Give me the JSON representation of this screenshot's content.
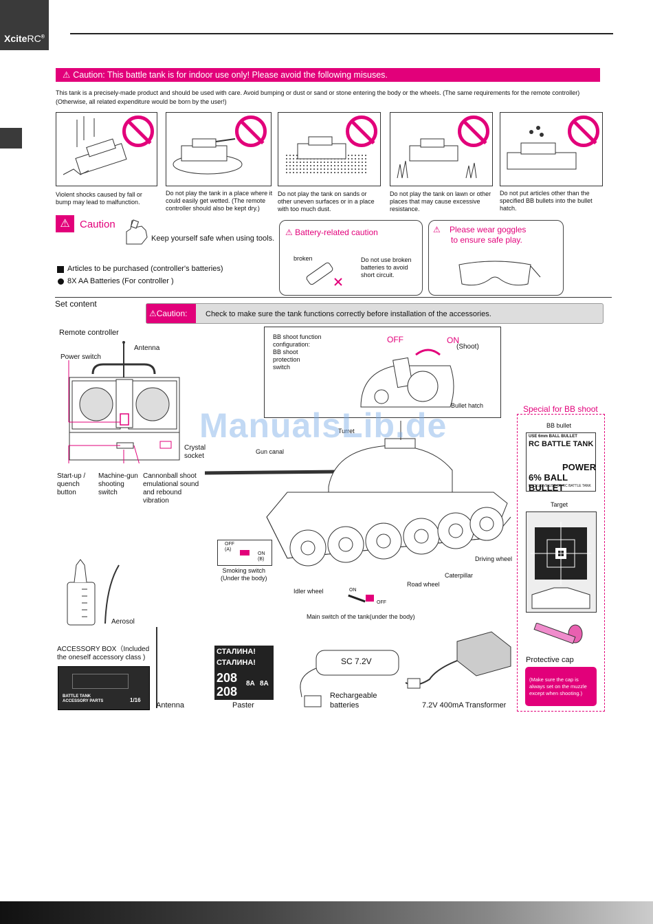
{
  "header": {
    "brand_bold": "Xcite",
    "brand_light": "RC",
    "brand_mark": "®"
  },
  "caution_main": {
    "icon": "warning-triangle-icon",
    "text": "Caution: This battle tank is for indoor use only! Please avoid the following misuses.",
    "intro_line1": "This tank is a precisely-made product and should be used with care. Avoid bumping or dust or sand or stone entering the body or the wheels. (The same requirements for the remote controller)",
    "intro_line2": "(Otherwise, all related expenditure would be born by the user!)"
  },
  "misuses": [
    {
      "caption": "Violent shocks caused by fall or bump may lead to malfunction."
    },
    {
      "caption": "Do not play the tank in a place where it could easily get wetted. (The remote controller should also be kept dry.)"
    },
    {
      "caption": "Do not play the tank on sands or other uneven surfaces or in a place with too much dust."
    },
    {
      "caption": "Do not play the tank on lawn or other places that may cause excessive resistance."
    },
    {
      "caption": "Do not put articles other than the specified BB bullets into the bullet hatch."
    }
  ],
  "safety": {
    "caution_label": "Caution",
    "tools_text": "Keep yourself safe when using tools.",
    "battery_title": "Battery-related caution",
    "battery_broken": "broken",
    "battery_text": "Do not use broken batteries to avoid short circuit.",
    "goggles_line1": "Please wear goggles",
    "goggles_line2": "to ensure safe play.",
    "purchase_title": "Articles to be purchased (controller's batteries)",
    "purchase_item": "8X AA Batteries (For controller )"
  },
  "set_content": {
    "title": "Set content",
    "caution_label": "Caution:",
    "caution_text": "Check to make sure the tank functions correctly before installation of the accessories."
  },
  "remote": {
    "title": "Remote controller",
    "antenna": "Antenna",
    "power_switch": "Power switch",
    "crystal_socket_1": "Crystal",
    "crystal_socket_2": "socket",
    "startup_1": "Start-up /",
    "startup_2": "quench",
    "startup_3": "button",
    "mg_1": "Machine-gun",
    "mg_2": "shooting",
    "mg_3": "switch",
    "cannon_1": "Cannonball shoot",
    "cannon_2": "emulational sound",
    "cannon_3": "and rebound",
    "cannon_4": "vibration"
  },
  "bb_config": {
    "line1": "BB shoot function",
    "line2": "configuration:",
    "line3": "BB shoot",
    "line4": "protection",
    "line5": "switch",
    "off": "OFF",
    "on": "ON",
    "shoot": "(Shoot)",
    "hatch": "Bullet hatch"
  },
  "tank_labels": {
    "gun_canal": "Gun canal",
    "turret": "Turret",
    "smoking_switch_1": "Smoking switch",
    "smoking_switch_2": "(Under the body)",
    "smoke_off": "OFF",
    "smoke_a": "(A)",
    "smoke_on": "ON",
    "smoke_b": "(B)",
    "idler_wheel": "Idler wheel",
    "road_wheel": "Road wheel",
    "caterpillar": "Caterpillar",
    "driving_wheel": "Driving wheel",
    "main_switch": "Main switch of the tank(under the body)",
    "main_on": "ON",
    "main_off": "OFF"
  },
  "accessories": {
    "aerosol": "Aerosol",
    "box_line1": "ACCESSORY BOX（Included",
    "box_line2": "the oneself accessory class )",
    "box_print1": "BATTLE TANK",
    "box_print2": "ACCESSORY PARTS",
    "box_print3": "1/16",
    "antenna": "Antenna",
    "paster": "Paster",
    "paster_text1": "СТАЛИНА!",
    "paster_text2": "СТАЛИНА!",
    "paster_num1": "208",
    "paster_num2": "208",
    "paster_8a1": "8A",
    "paster_8a2": "8A",
    "battery_label": "SC 7.2V",
    "rech_1": "Rechargeable",
    "rech_2": "batteries",
    "transformer": "7.2V 400mA Transformer"
  },
  "bb_special": {
    "title": "Special for BB shoot",
    "bb_bullet": "BB bullet",
    "pack_small": "USE 6mm BALL BULLET",
    "pack_l1": "RC BATTLE TANK",
    "pack_l2": "POWER",
    "pack_l3": "6% BALL BULLET",
    "pack_foot": "EXCLUSIVE USE OF RC BATTLE TANK",
    "target": "Target",
    "cap": "Protective cap",
    "cap_note": "(Make sure the cap is always set on the muzzle except when shooting.)"
  },
  "watermark": "ManualsLib.de"
}
